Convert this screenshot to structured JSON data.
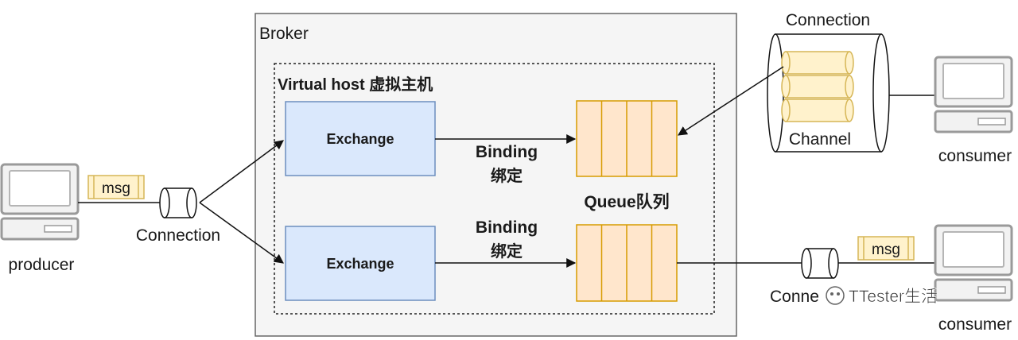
{
  "broker": {
    "label": "Broker"
  },
  "vhost": {
    "label": "Virtual host 虚拟主机"
  },
  "exchanges": [
    {
      "label": "Exchange"
    },
    {
      "label": "Exchange"
    }
  ],
  "bindings": [
    {
      "line1": "Binding",
      "line2": "绑定"
    },
    {
      "line1": "Binding",
      "line2": "绑定"
    }
  ],
  "queue": {
    "label": "Queue队列"
  },
  "producer": {
    "label": "producer",
    "msg": "msg",
    "connection": "Connection"
  },
  "consumer_top": {
    "label": "consumer",
    "connection": "Connection",
    "channel": "Channel"
  },
  "consumer_bottom": {
    "label": "consumer",
    "msg": "msg",
    "connection": "Conne"
  },
  "watermark": {
    "text": "TTester生活"
  },
  "colors": {
    "exchange_fill": "#dae8fc",
    "exchange_stroke": "#6c8ebf",
    "queue_fill": "#ffe6cc",
    "queue_stroke": "#d79b00",
    "msg_fill": "#fff2cc",
    "msg_stroke": "#d6b656",
    "broker_fill": "#f5f5f5",
    "broker_stroke": "#666666"
  }
}
